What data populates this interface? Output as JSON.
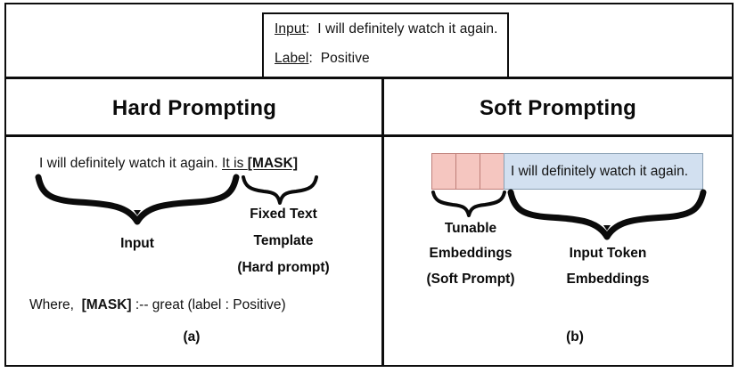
{
  "figure": {
    "caption_a": "(a)",
    "caption_b": "(b)"
  },
  "io_box": {
    "input_key": "Input",
    "input_sep": ":",
    "input_value": "I will definitely watch it again.",
    "label_key": "Label",
    "label_sep": ":",
    "label_value": "Positive"
  },
  "columns": {
    "left_header": "Hard Prompting",
    "right_header": "Soft Prompting"
  },
  "hard_prompting": {
    "sentence_input": "I will definitely watch it again.",
    "sentence_template": "It is ",
    "sentence_mask": "[MASK]",
    "brace_input_label": "Input",
    "brace_template_label_1": "Fixed Text",
    "brace_template_label_2": "Template",
    "brace_template_label_3": "(Hard prompt)",
    "where_prefix": "Where,",
    "where_mask": "[MASK]",
    "where_suffix": ":-- great (label : Positive)"
  },
  "soft_prompting": {
    "soft_token_count": 3,
    "input_token_text": "I will definitely watch it again.",
    "brace_soft_label_1": "Tunable",
    "brace_soft_label_2": "Embeddings",
    "brace_soft_label_3": "(Soft Prompt)",
    "brace_input_label_1": "Input Token",
    "brace_input_label_2": "Embeddings"
  },
  "colors": {
    "soft_token_fill": "#f5c6c0",
    "soft_token_border": "#bf7f79",
    "input_token_fill": "#d2e0f0",
    "input_token_border": "#8aa0b4",
    "rule": "#0d0d0d",
    "text": "#121212"
  }
}
